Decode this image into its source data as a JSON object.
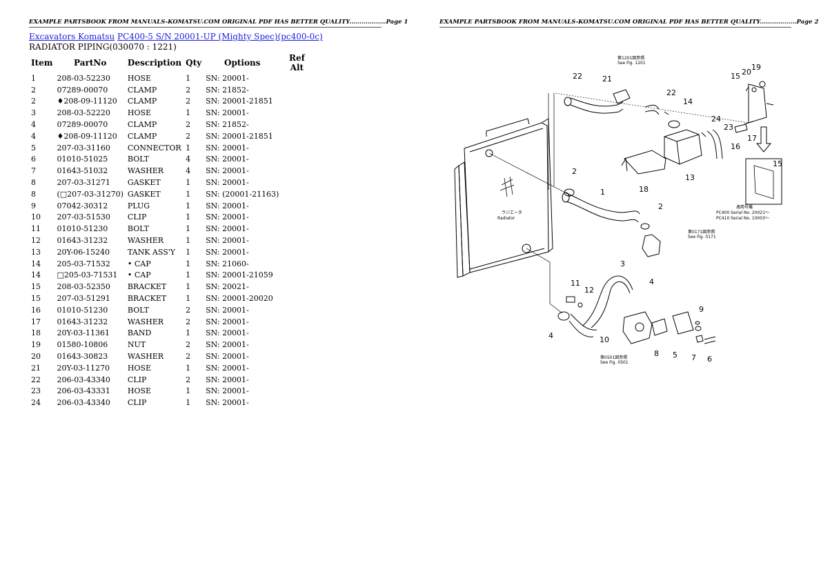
{
  "header": {
    "left": "EXAMPLE PARTSBOOK FROM MANUALS-KOMATSU.COM ORIGINAL PDF HAS BETTER QUALITY..................Page 1",
    "right": "EXAMPLE PARTSBOOK FROM MANUALS-KOMATSU.COM ORIGINAL PDF HAS BETTER QUALITY..................Page 2"
  },
  "breadcrumb": {
    "link1": "Excavators Komatsu",
    "link2": "PC400-5 S/N 20001-UP (Mighty Spec)(pc400-0c)"
  },
  "section_title": "RADIATOR PIPING(030070 : 1221)",
  "table": {
    "headers": [
      "Item",
      "PartNo",
      "Description",
      "Qty",
      "Options",
      "Ref Alt"
    ],
    "rows": [
      {
        "item": "1",
        "part": "208-03-52230",
        "desc": "HOSE",
        "qty": "1",
        "opt": "SN: 20001-"
      },
      {
        "item": "2",
        "part": "07289-00070",
        "desc": "CLAMP",
        "qty": "2",
        "opt": "SN: 21852-"
      },
      {
        "item": "2",
        "part": "♦208-09-11120",
        "desc": "CLAMP",
        "qty": "2",
        "opt": "SN: 20001-21851"
      },
      {
        "item": "3",
        "part": "208-03-52220",
        "desc": "HOSE",
        "qty": "1",
        "opt": "SN: 20001-"
      },
      {
        "item": "4",
        "part": "07289-00070",
        "desc": "CLAMP",
        "qty": "2",
        "opt": "SN: 21852-"
      },
      {
        "item": "4",
        "part": "♦208-09-11120",
        "desc": "CLAMP",
        "qty": "2",
        "opt": "SN: 20001-21851"
      },
      {
        "item": "5",
        "part": "207-03-31160",
        "desc": "CONNECTOR",
        "qty": "1",
        "opt": "SN: 20001-"
      },
      {
        "item": "6",
        "part": "01010-51025",
        "desc": "BOLT",
        "qty": "4",
        "opt": "SN: 20001-"
      },
      {
        "item": "7",
        "part": "01643-51032",
        "desc": "WASHER",
        "qty": "4",
        "opt": "SN: 20001-"
      },
      {
        "item": "8",
        "part": "207-03-31271",
        "desc": "GASKET",
        "qty": "1",
        "opt": "SN: 20001-"
      },
      {
        "item": "8",
        "part": "(□207-03-31270)",
        "desc": "GASKET",
        "qty": "1",
        "opt": "SN: (20001-21163)"
      },
      {
        "item": "9",
        "part": "07042-30312",
        "desc": "PLUG",
        "qty": "1",
        "opt": "SN: 20001-"
      },
      {
        "item": "10",
        "part": "207-03-51530",
        "desc": "CLIP",
        "qty": "1",
        "opt": "SN: 20001-"
      },
      {
        "item": "11",
        "part": "01010-51230",
        "desc": "BOLT",
        "qty": "1",
        "opt": "SN: 20001-"
      },
      {
        "item": "12",
        "part": "01643-31232",
        "desc": "WASHER",
        "qty": "1",
        "opt": "SN: 20001-"
      },
      {
        "item": "13",
        "part": "20Y-06-15240",
        "desc": "TANK ASS'Y",
        "qty": "1",
        "opt": "SN: 20001-"
      },
      {
        "item": "14",
        "part": "205-03-71532",
        "desc": "• CAP",
        "qty": "1",
        "opt": "SN: 21060-"
      },
      {
        "item": "14",
        "part": "□205-03-71531",
        "desc": "• CAP",
        "qty": "1",
        "opt": "SN: 20001-21059"
      },
      {
        "item": "15",
        "part": "208-03-52350",
        "desc": "BRACKET",
        "qty": "1",
        "opt": "SN: 20021-"
      },
      {
        "item": "15",
        "part": "207-03-51291",
        "desc": "BRACKET",
        "qty": "1",
        "opt": "SN: 20001-20020"
      },
      {
        "item": "16",
        "part": "01010-51230",
        "desc": "BOLT",
        "qty": "2",
        "opt": "SN: 20001-"
      },
      {
        "item": "17",
        "part": "01643-31232",
        "desc": "WASHER",
        "qty": "2",
        "opt": "SN: 20001-"
      },
      {
        "item": "18",
        "part": "20Y-03-11361",
        "desc": "BAND",
        "qty": "1",
        "opt": "SN: 20001-"
      },
      {
        "item": "19",
        "part": "01580-10806",
        "desc": "NUT",
        "qty": "2",
        "opt": "SN: 20001-"
      },
      {
        "item": "20",
        "part": "01643-30823",
        "desc": "WASHER",
        "qty": "2",
        "opt": "SN: 20001-"
      },
      {
        "item": "21",
        "part": "20Y-03-11270",
        "desc": "HOSE",
        "qty": "1",
        "opt": "SN: 20001-"
      },
      {
        "item": "22",
        "part": "206-03-43340",
        "desc": "CLIP",
        "qty": "2",
        "opt": "SN: 20001-"
      },
      {
        "item": "23",
        "part": "206-03-43331",
        "desc": "HOSE",
        "qty": "1",
        "opt": "SN: 20001-"
      },
      {
        "item": "24",
        "part": "206-03-43340",
        "desc": "CLIP",
        "qty": "1",
        "opt": "SN: 20001-"
      }
    ]
  },
  "diagram": {
    "callouts": [
      "1",
      "2",
      "2",
      "3",
      "4",
      "4",
      "5",
      "6",
      "7",
      "8",
      "9",
      "10",
      "11",
      "12",
      "13",
      "14",
      "15",
      "15",
      "16",
      "17",
      "18",
      "19",
      "20",
      "21",
      "22",
      "22",
      "23",
      "24"
    ],
    "radiator_label": "Radiator",
    "radiator_jp": "ラジエータ",
    "note_fig1201_jp": "第1201図参照",
    "note_fig1201": "See Fig. 1201",
    "note_fig0171_jp": "第0171図参照",
    "note_fig0171": "See Fig. 0171",
    "note_fig0501_jp": "第0501図参照",
    "note_fig0501": "See Fig. 0501",
    "serial_jp": "適用号機",
    "serial_line1": "PC400  Serial No. 20021～",
    "serial_line2": "PC410  Serial No. 10003～"
  }
}
